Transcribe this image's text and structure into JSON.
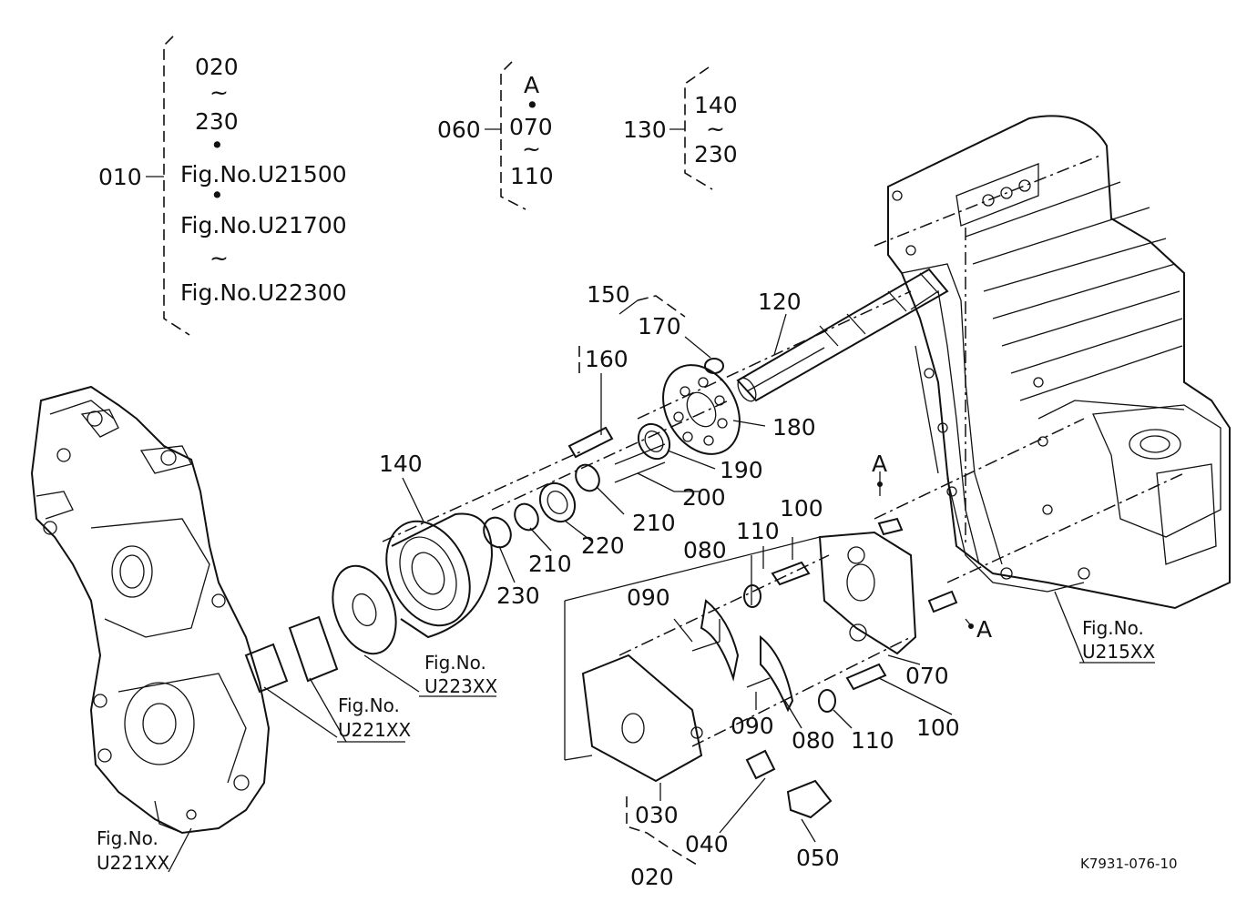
{
  "drawing_code": "K7931-076-10",
  "group_010": {
    "label": "010",
    "lines": [
      "020",
      "~",
      "230",
      "•",
      "Fig.No.U21500",
      "•",
      "Fig.No.U21700",
      "~",
      "Fig.No.U22300"
    ]
  },
  "group_060": {
    "label": "060",
    "lines": [
      "A",
      "•",
      "070",
      "~",
      "110"
    ]
  },
  "group_130": {
    "label": "130",
    "lines": [
      "140",
      "~",
      "230"
    ]
  },
  "part_numbers": {
    "p150": "150",
    "p170": "170",
    "p120": "120",
    "p160": "160",
    "p180": "180",
    "p190": "190",
    "p140": "140",
    "p200": "200",
    "p210a": "210",
    "p210b": "210",
    "p220": "220",
    "p230": "230",
    "p100a": "100",
    "p110a": "110",
    "p080a": "080",
    "p090a": "090",
    "p070": "070",
    "p100b": "100",
    "p110b": "110",
    "p080b": "080",
    "p090b": "090",
    "p030": "030",
    "p040": "040",
    "p050": "050",
    "p020": "020",
    "refA1": "A",
    "refA2": "A"
  },
  "fig_refs": {
    "u215": {
      "title": "Fig.No.",
      "code": "U215XX"
    },
    "u223": {
      "title": "Fig.No.",
      "code": "U223XX"
    },
    "u221_mid": {
      "title": "Fig.No.",
      "code": "U221XX"
    },
    "u221_left": {
      "title": "Fig.No.",
      "code": "U221XX"
    }
  }
}
